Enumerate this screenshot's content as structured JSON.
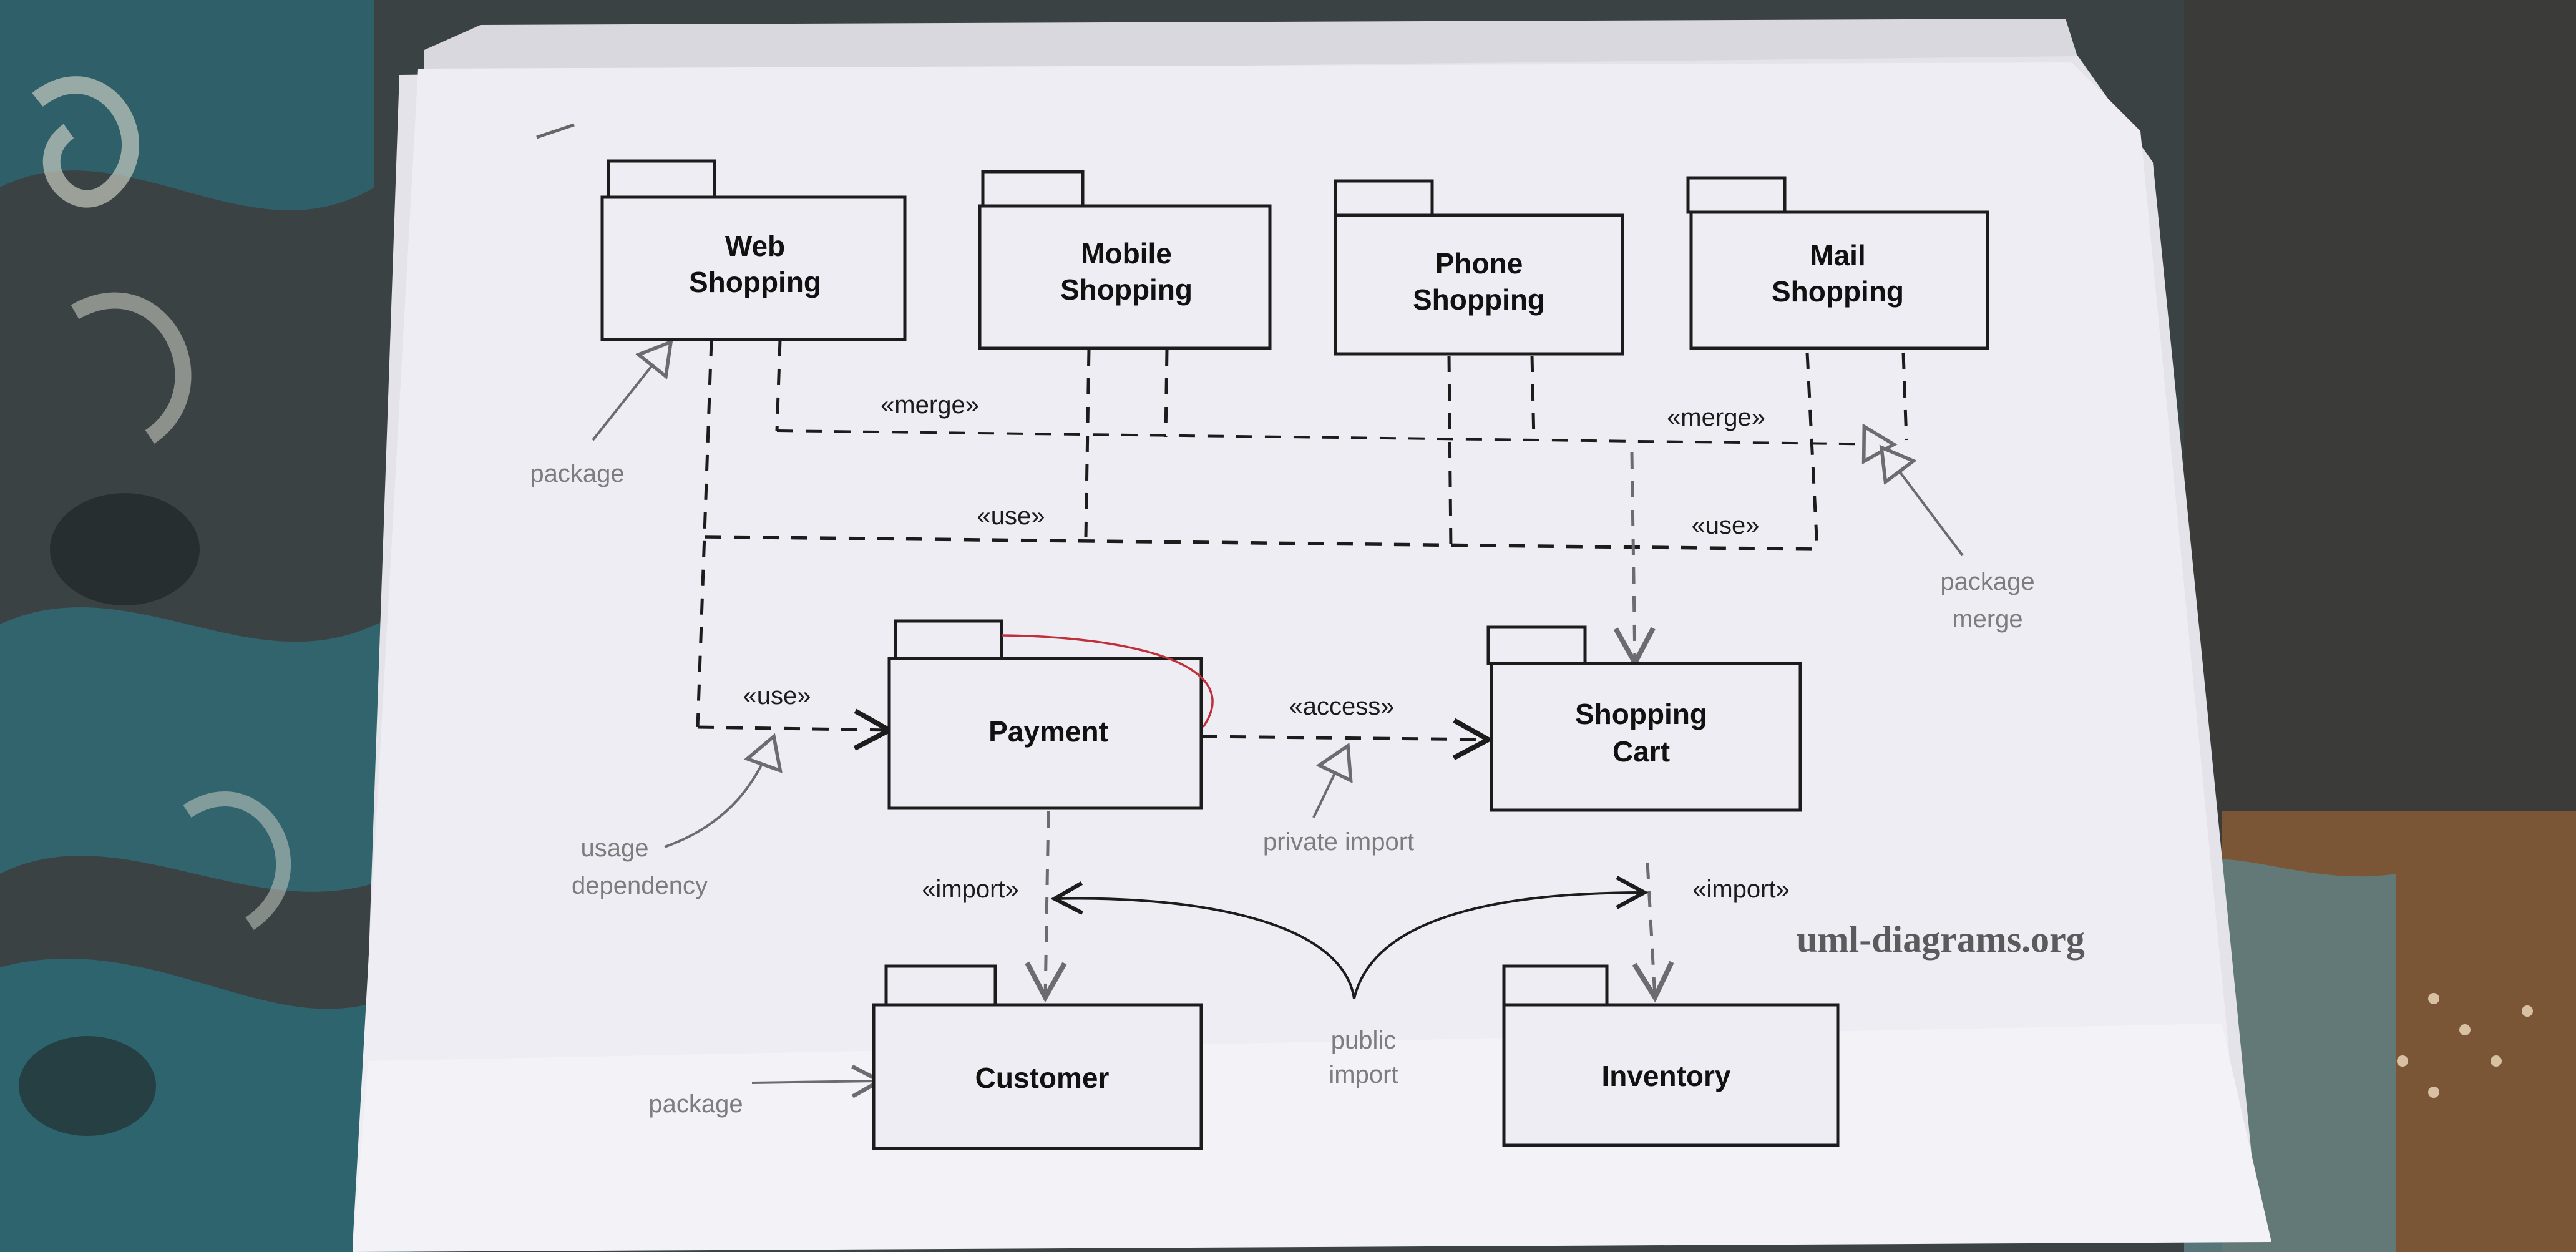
{
  "packages": {
    "web_shopping": {
      "line1": "Web",
      "line2": "Shopping"
    },
    "mobile_shopping": {
      "line1": "Mobile",
      "line2": "Shopping"
    },
    "phone_shopping": {
      "line1": "Phone",
      "line2": "Shopping"
    },
    "mail_shopping": {
      "line1": "Mail",
      "line2": "Shopping"
    },
    "payment": {
      "label": "Payment"
    },
    "shopping_cart": {
      "line1": "Shopping",
      "line2": "Cart"
    },
    "customer": {
      "label": "Customer"
    },
    "inventory": {
      "label": "Inventory"
    }
  },
  "stereotypes": {
    "merge_left": "«merge»",
    "merge_right": "«merge»",
    "use_left": "«use»",
    "use_right": "«use»",
    "use_payment": "«use»",
    "access": "«access»",
    "import_left": "«import»",
    "import_right": "«import»"
  },
  "annotations": {
    "package_top": "package",
    "package_merge_line1": "package",
    "package_merge_line2": "merge",
    "usage_line1": "usage",
    "usage_line2": "dependency",
    "private_import": "private import",
    "public_line1": "public",
    "public_line2": "import",
    "package_bottom": "package"
  },
  "watermark": "uml-diagrams.org",
  "colors": {
    "ink": "#1c1c1c",
    "annotation": "#7d7d80",
    "paper": "#eeedf3",
    "pen_mark": "#c0303a",
    "background_fabric": "#2f6f7a"
  }
}
